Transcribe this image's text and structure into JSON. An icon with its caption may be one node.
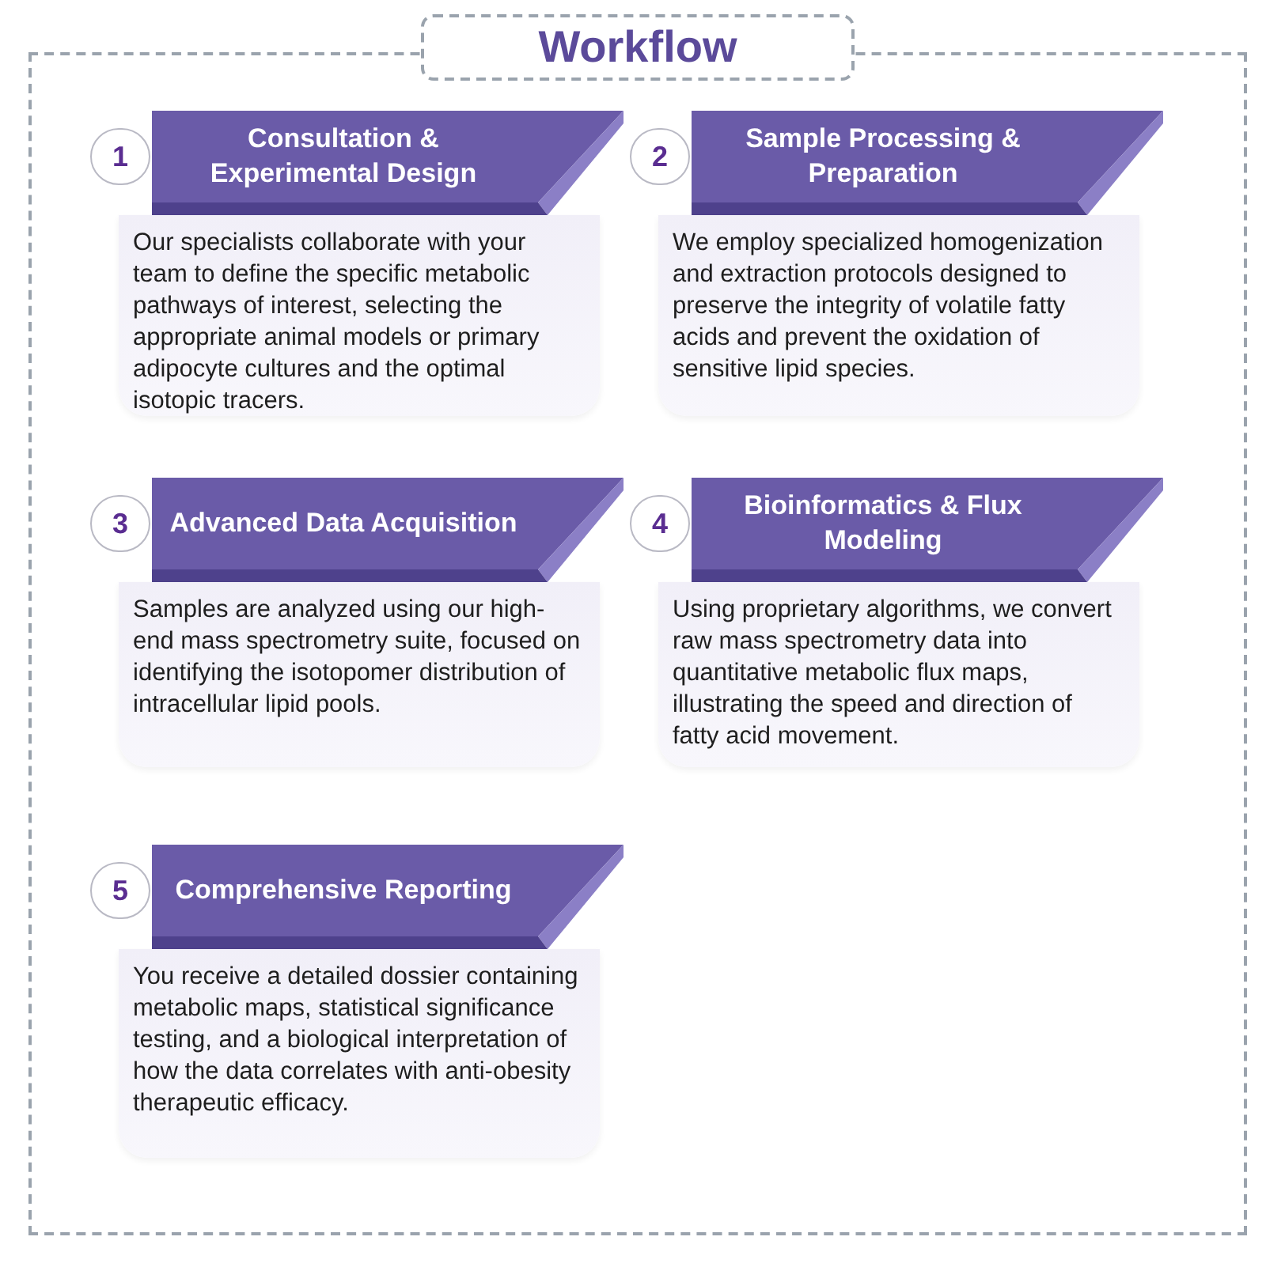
{
  "diagram": {
    "title": "Workflow",
    "nodes": [
      {
        "text": [
          "1"
        ]
      },
      {
        "text": [
          "Consultation & Experimental Design"
        ]
      },
      {
        "text": [
          "Our specialists collaborate with your team to define the specific metabolic pathways of interest, selecting the appropriate animal models or primary adipocyte cultures and the optimal isotopic tracers."
        ]
      },
      {
        "text": [
          "2"
        ]
      },
      {
        "text": [
          "Sample Processing & Preparation"
        ]
      },
      {
        "text": [
          "We employ specialized homogenization and extraction protocols designed to preserve the integrity of volatile fatty acids and prevent the oxidation of sensitive lipid species."
        ]
      },
      {
        "text": [
          "3"
        ]
      },
      {
        "text": [
          "Advanced Data Acquisition"
        ]
      },
      {
        "text": [
          "Samples are analyzed using our high-end mass spectrometry suite, focused on identifying the isotopomer distribution of intracellular lipid pools."
        ]
      },
      {
        "text": [
          "4"
        ]
      },
      {
        "text": [
          "Bioinformatics & Flux Modeling"
        ]
      },
      {
        "text": [
          "Using proprietary algorithms, we convert raw mass spectrometry data into quantitative metabolic flux maps, illustrating the speed and direction of fatty acid movement."
        ]
      },
      {
        "text": [
          "5"
        ]
      },
      {
        "text": [
          "Comprehensive Reporting"
        ]
      },
      {
        "text": [
          "You receive a detailed dossier containing metabolic maps, statistical significance testing, and a biological interpretation of how the data correlates with anti-obesity therapeutic efficacy."
        ]
      }
    ]
  }
}
